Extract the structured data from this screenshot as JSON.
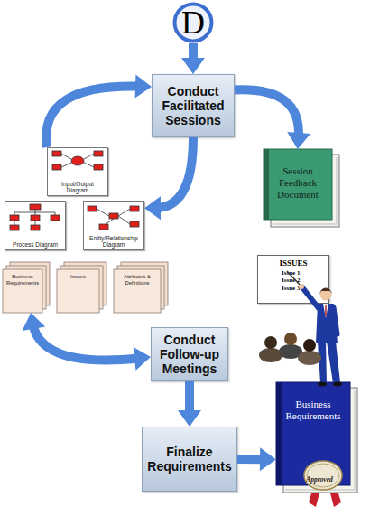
{
  "diagram": {
    "nodes": [
      {
        "text": [
          "D"
        ]
      },
      {
        "text": [
          "Conduct Facilitated Sessions"
        ]
      },
      {
        "text": [
          "Input/Output Diagram"
        ]
      },
      {
        "text": [
          "Session Feedback Document"
        ]
      },
      {
        "text": [
          "Process Diagram"
        ]
      },
      {
        "text": [
          "Entity/Relationship Diagram"
        ]
      },
      {
        "text": [
          "Business Requirements"
        ]
      },
      {
        "text": [
          "Issues"
        ]
      },
      {
        "text": [
          "Attributes & Definitions"
        ]
      },
      {
        "text": [
          "ISSUES",
          "Issue 1",
          "Issue 2",
          "Issue 3"
        ]
      },
      {
        "text": [
          "Conduct Follow-up Meetings"
        ]
      },
      {
        "text": [
          "Finalize Requirements"
        ]
      },
      {
        "text": [
          "Business Requirements"
        ]
      },
      {
        "text": [
          "Approved"
        ],
        "in": 12
      }
    ],
    "edges": [
      {
        "from": 0,
        "to": 1,
        "arrow": "to"
      },
      {
        "from": 1,
        "to": 3,
        "arrow": "to"
      },
      {
        "from": 1,
        "to": 5,
        "arrow": "to"
      },
      {
        "from": 2,
        "to": 1,
        "arrow": "to"
      },
      {
        "from": 6,
        "to": 10,
        "arrow": "both"
      },
      {
        "from": 10,
        "to": 11,
        "arrow": "to"
      },
      {
        "from": 11,
        "to": 12,
        "arrow": "to"
      }
    ]
  }
}
